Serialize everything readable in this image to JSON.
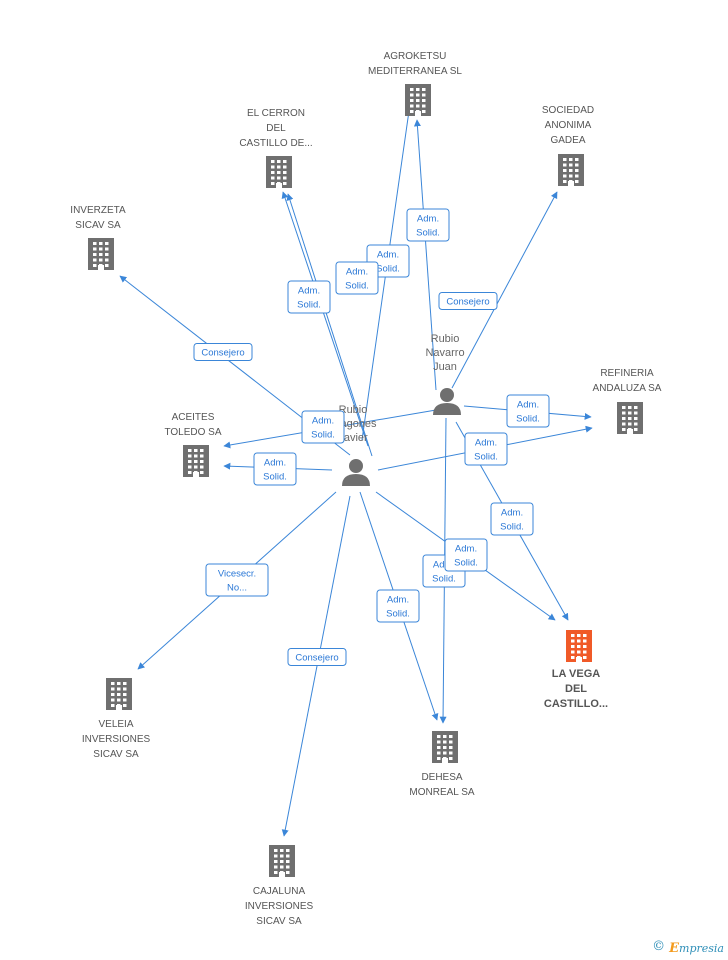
{
  "nodes": [
    {
      "id": "agroketsu",
      "type": "company",
      "lines": [
        "AGROKETSU",
        "MEDITERRANEA SL"
      ]
    },
    {
      "id": "cerron",
      "type": "company",
      "lines": [
        "EL CERRON",
        "DEL",
        "CASTILLO DE..."
      ]
    },
    {
      "id": "gadea",
      "type": "company",
      "lines": [
        "SOCIEDAD",
        "ANONIMA",
        "GADEA"
      ]
    },
    {
      "id": "inverzeta",
      "type": "company",
      "lines": [
        "INVERZETA",
        "SICAV SA"
      ]
    },
    {
      "id": "refineria",
      "type": "company",
      "lines": [
        "REFINERIA",
        "ANDALUZA SA"
      ]
    },
    {
      "id": "aceites",
      "type": "company",
      "lines": [
        "ACEITES",
        "TOLEDO SA"
      ]
    },
    {
      "id": "lavega",
      "type": "company",
      "highlight": true,
      "lines": [
        "LA VEGA",
        "DEL",
        "CASTILLO..."
      ]
    },
    {
      "id": "veleia",
      "type": "company",
      "lines": [
        "VELEIA",
        "INVERSIONES",
        "SICAV SA"
      ]
    },
    {
      "id": "dehesa",
      "type": "company",
      "lines": [
        "DEHESA",
        "MONREAL SA"
      ]
    },
    {
      "id": "cajaluna",
      "type": "company",
      "lines": [
        "CAJALUNA",
        "INVERSIONES",
        "SICAV SA"
      ]
    },
    {
      "id": "juan",
      "type": "person",
      "lines": [
        "Rubio",
        "Navarro",
        "Juan"
      ]
    },
    {
      "id": "javier",
      "type": "person",
      "lines": [
        "Rubio",
        "Aragones",
        "Javier"
      ]
    }
  ],
  "edges": [
    {
      "from": "juan",
      "to": "agroketsu",
      "lines": [
        "Adm.",
        "Solid."
      ]
    },
    {
      "from": "juan",
      "to": "gadea",
      "lines": [
        "Consejero"
      ]
    },
    {
      "from": "juan",
      "to": "refineria",
      "lines": [
        "Adm.",
        "Solid."
      ]
    },
    {
      "from": "juan",
      "to": "lavega",
      "lines": [
        "Adm.",
        "Solid."
      ]
    },
    {
      "from": "juan",
      "to": "dehesa",
      "lines": [
        "Adm.",
        "Solid."
      ]
    },
    {
      "from": "juan",
      "to": "aceites",
      "lines": [
        "Adm.",
        "Solid."
      ]
    },
    {
      "from": "javier",
      "to": "agroketsu",
      "lines": [
        "Adm.",
        "Solid."
      ]
    },
    {
      "from": "javier",
      "to": "cerron",
      "lines": [
        "Adm.",
        "Solid."
      ]
    },
    {
      "from": "javier",
      "to": "cerron",
      "lines": [
        "Adm.",
        "Solid."
      ]
    },
    {
      "from": "javier",
      "to": "inverzeta",
      "lines": [
        "Consejero"
      ]
    },
    {
      "from": "javier",
      "to": "aceites",
      "lines": [
        "Adm.",
        "Solid."
      ]
    },
    {
      "from": "javier",
      "to": "refineria",
      "lines": [
        "Adm.",
        "Solid."
      ]
    },
    {
      "from": "javier",
      "to": "lavega",
      "lines": [
        "Adm.",
        "Solid."
      ]
    },
    {
      "from": "javier",
      "to": "dehesa",
      "lines": [
        "Adm.",
        "Solid."
      ]
    },
    {
      "from": "javier",
      "to": "veleia",
      "lines": [
        "Vicesecr.",
        "No..."
      ]
    },
    {
      "from": "javier",
      "to": "cajaluna",
      "lines": [
        "Consejero"
      ]
    }
  ],
  "footer": {
    "copyright": "©",
    "brand_initial": "E",
    "brand_rest": "mpresia"
  },
  "colors": {
    "edge": "#3b86d8",
    "building": "#6f6f6f",
    "highlight": "#f05a28",
    "person": "#6f6f6f"
  }
}
